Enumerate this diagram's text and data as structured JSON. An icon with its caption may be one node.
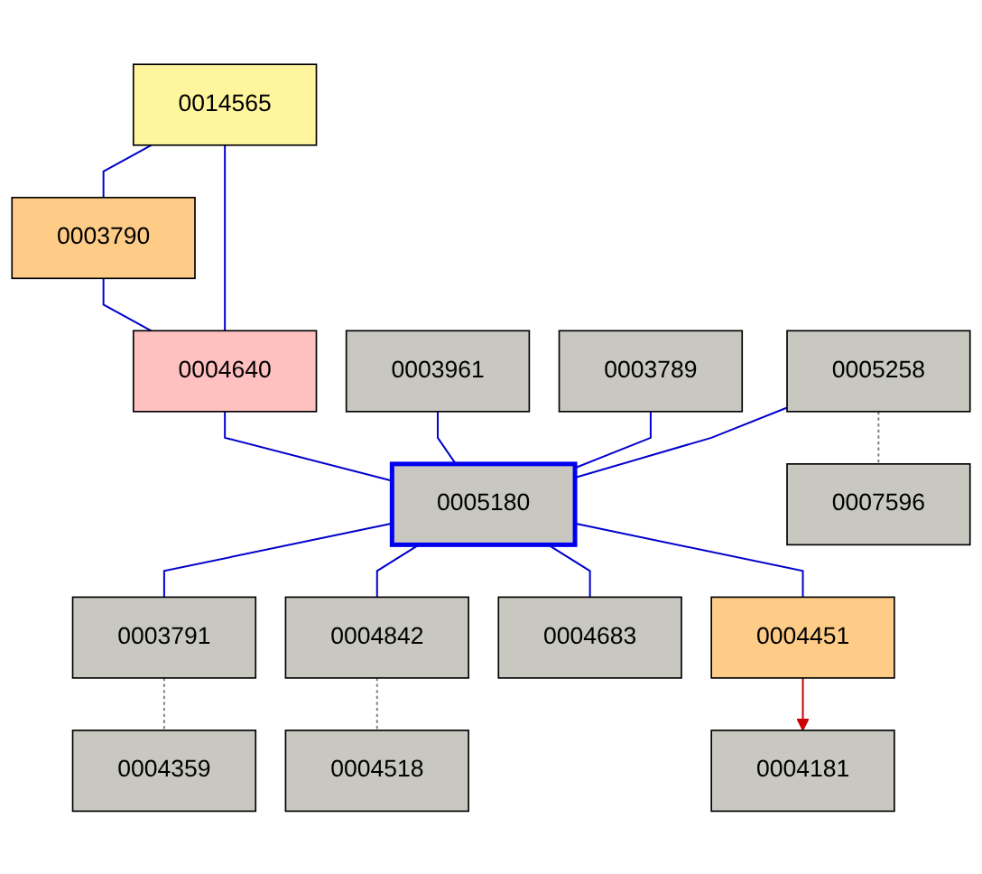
{
  "diagram": {
    "nodes": [
      {
        "text": [
          "0014565"
        ]
      },
      {
        "text": [
          "0003790"
        ]
      },
      {
        "text": [
          "0004640"
        ]
      },
      {
        "text": [
          "0003961"
        ]
      },
      {
        "text": [
          "0007596"
        ]
      },
      {
        "text": [
          "0003789"
        ]
      },
      {
        "text": [
          "0005258"
        ]
      },
      {
        "text": [
          "0005180"
        ]
      },
      {
        "text": [
          "0004359"
        ]
      },
      {
        "text": [
          "0003791"
        ]
      },
      {
        "text": [
          "0004842"
        ]
      },
      {
        "text": [
          "0004683"
        ]
      },
      {
        "text": [
          "0004451"
        ]
      },
      {
        "text": [
          "0004518"
        ]
      },
      {
        "text": [
          "0004181"
        ]
      }
    ],
    "edges": [
      {
        "from": 0,
        "to": 1,
        "arrow": "none"
      },
      {
        "from": 0,
        "to": 2,
        "arrow": "none"
      },
      {
        "from": 1,
        "to": 2,
        "arrow": "none"
      },
      {
        "from": 2,
        "to": 7,
        "arrow": "none"
      },
      {
        "from": 3,
        "to": 7,
        "arrow": "none"
      },
      {
        "from": 5,
        "to": 7,
        "arrow": "none"
      },
      {
        "from": 6,
        "to": 7,
        "arrow": "none"
      },
      {
        "from": 6,
        "to": 4,
        "arrow": "none",
        "style": "dashed",
        "color": "#808080"
      },
      {
        "from": 7,
        "to": 9,
        "arrow": "none"
      },
      {
        "from": 9,
        "to": 8,
        "arrow": "none",
        "style": "dashed",
        "color": "#808080"
      },
      {
        "from": 7,
        "to": 10,
        "arrow": "none"
      },
      {
        "from": 10,
        "to": 13,
        "arrow": "none",
        "style": "dashed",
        "color": "#808080"
      },
      {
        "from": 7,
        "to": 11,
        "arrow": "none"
      },
      {
        "from": 7,
        "to": 12,
        "arrow": "none"
      },
      {
        "from": 12,
        "to": 14,
        "arrow": "to",
        "color": "#cc0000"
      }
    ]
  }
}
